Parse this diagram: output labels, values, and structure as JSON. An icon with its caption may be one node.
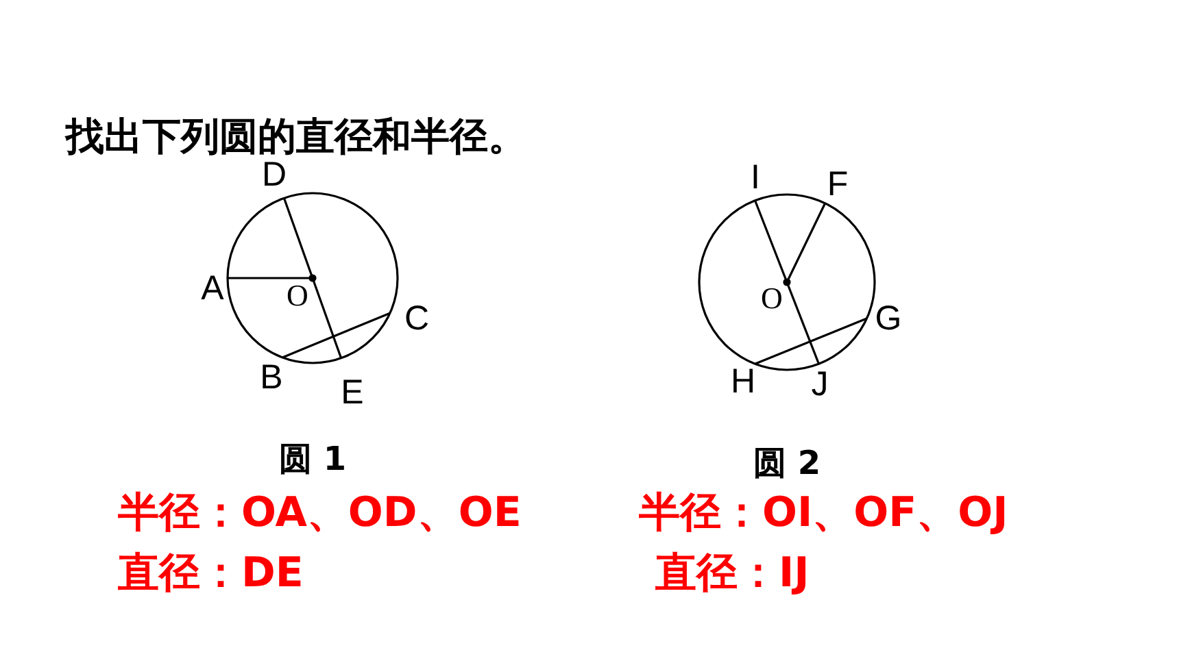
{
  "diagram": {
    "title": "找出下列圆的直径和半径。",
    "nodes": [
      {
        "text": [
          "O"
        ],
        "beside": [
          "圆 1"
        ]
      },
      {
        "text": [
          "O"
        ],
        "beside": [
          "圆 2"
        ]
      }
    ],
    "labels": [
      "D",
      "I",
      "F",
      "A",
      "C",
      "G",
      "B",
      "E",
      "H",
      "J",
      "半径：OA、OD、OE",
      "半径：OI、OF、OJ",
      "直径：DE",
      "直径：IJ"
    ]
  }
}
